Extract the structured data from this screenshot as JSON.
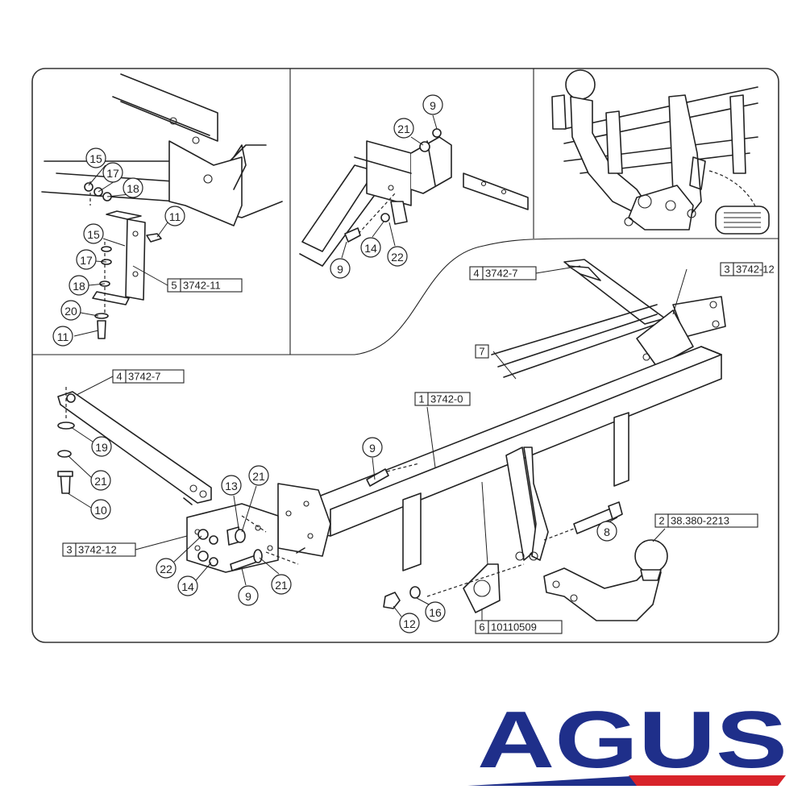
{
  "brand": {
    "name": "AGUS",
    "color_primary": "#1f2f8a",
    "color_accent": "#d8232a"
  },
  "part_boxes": [
    {
      "num": "5",
      "code": "3742-11"
    },
    {
      "num": "4",
      "code": "3742-7"
    },
    {
      "num": "3",
      "code": "3742-12"
    },
    {
      "num": "7",
      "code": ""
    },
    {
      "num": "4",
      "code": "3742-7"
    },
    {
      "num": "1",
      "code": "3742-0"
    },
    {
      "num": "3",
      "code": "3742-12"
    },
    {
      "num": "2",
      "code": "38.380-2213"
    },
    {
      "num": "6",
      "code": "10110509"
    }
  ],
  "circle_callouts": [
    "15",
    "17",
    "18",
    "11",
    "15",
    "17",
    "18",
    "20",
    "11",
    "9",
    "21",
    "9",
    "14",
    "22",
    "19",
    "21",
    "10",
    "9",
    "13",
    "21",
    "22",
    "14",
    "9",
    "21",
    "8",
    "12",
    "16"
  ]
}
